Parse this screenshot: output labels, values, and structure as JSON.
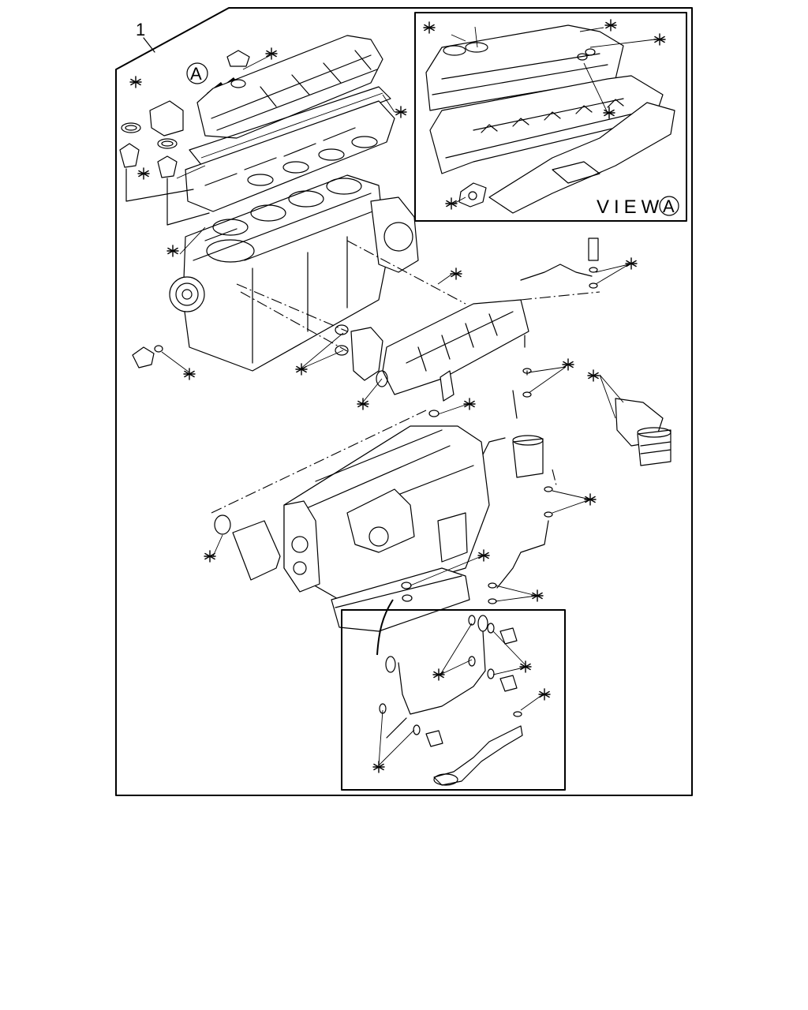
{
  "diagram": {
    "item_number": "1",
    "view_marker": "A",
    "view_caption_word": "VIEW",
    "view_caption_letter": "A",
    "marker_symbol": "asterisk"
  }
}
